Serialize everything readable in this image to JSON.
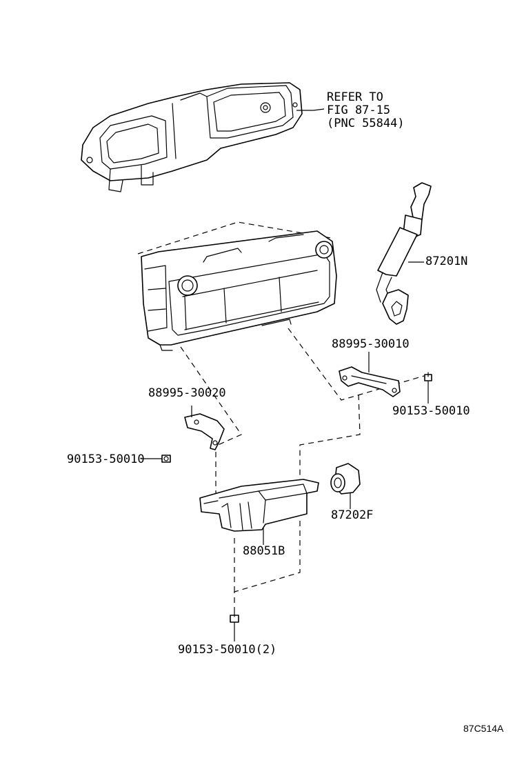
{
  "refer_note": {
    "line1": "REFER TO",
    "line2": "FIG 87-15",
    "line3": "(PNC 55844)"
  },
  "labels": {
    "gps_antenna": "87201N",
    "bracket_right": "88995-30010",
    "bolt_right": "90153-50010",
    "bracket_left": "88995-30020",
    "bolt_left": "90153-50010",
    "grommet": "87202F",
    "receiver": "88051B",
    "bolt_bottom": "90153-50010(2)"
  },
  "figure_code": "87C514A"
}
